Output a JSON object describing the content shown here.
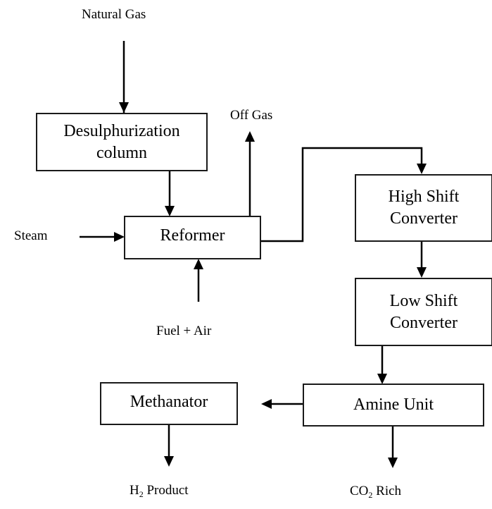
{
  "diagram": {
    "type": "process-flow",
    "title": "Hydrogen production by steam methane reforming",
    "nodes": [
      {
        "id": "desulph",
        "label_line1": "Desulphurization",
        "label_line2": "column"
      },
      {
        "id": "reformer",
        "label": "Reformer"
      },
      {
        "id": "hsc",
        "label_line1": "High Shift",
        "label_line2": "Converter"
      },
      {
        "id": "lsc",
        "label_line1": "Low Shift",
        "label_line2": "Converter"
      },
      {
        "id": "amine",
        "label": "Amine Unit"
      },
      {
        "id": "methanator",
        "label": "Methanator"
      }
    ],
    "streams": {
      "natural_gas": "Natural Gas",
      "steam": "Steam",
      "fuel_air": "Fuel + Air",
      "off_gas": "Off Gas",
      "h2_product": {
        "prefix": "H",
        "subscript": "2",
        "suffix": " Product"
      },
      "co2_rich": {
        "prefix": "CO",
        "subscript": "2",
        "suffix": " Rich"
      }
    },
    "edges": [
      {
        "from": "natural_gas",
        "to": "desulph"
      },
      {
        "from": "desulph",
        "to": "reformer"
      },
      {
        "from": "steam",
        "to": "reformer"
      },
      {
        "from": "fuel_air",
        "to": "reformer"
      },
      {
        "from": "reformer",
        "to": "off_gas"
      },
      {
        "from": "reformer",
        "to": "hsc"
      },
      {
        "from": "hsc",
        "to": "lsc"
      },
      {
        "from": "lsc",
        "to": "amine"
      },
      {
        "from": "amine",
        "to": "methanator"
      },
      {
        "from": "methanator",
        "to": "h2_product"
      },
      {
        "from": "amine",
        "to": "co2_rich"
      }
    ]
  }
}
